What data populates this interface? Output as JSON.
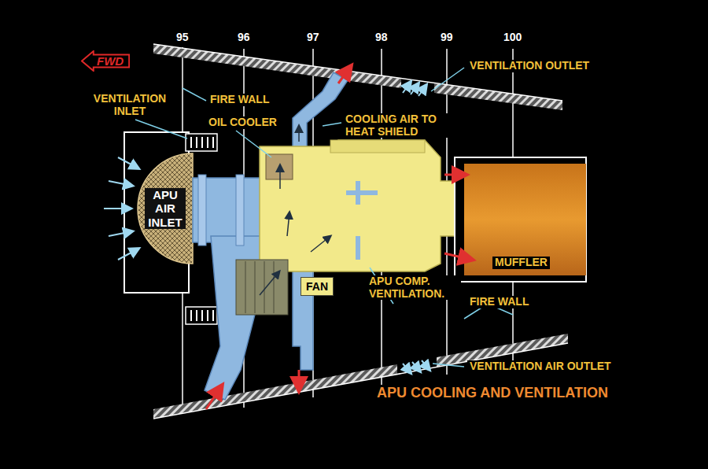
{
  "diagram": {
    "title": "APU COOLING AND VENTILATION",
    "nodes": [
      {
        "text": [
          "FWD"
        ]
      },
      {
        "text": [
          "APU AIR INLET"
        ]
      },
      {
        "text": [
          "FAN"
        ]
      }
    ],
    "labels": [
      "95",
      "96",
      "97",
      "98",
      "99",
      "100",
      "VENTILATION INLET",
      "FIRE WALL",
      "OIL COOLER",
      "COOLING AIR TO HEAT SHIELD",
      "VENTILATION OUTLET",
      "MUFFLER",
      "APU COMP. VENTILATION.",
      "FIRE WALL",
      "VENTILATION AIR OUTLET"
    ]
  }
}
